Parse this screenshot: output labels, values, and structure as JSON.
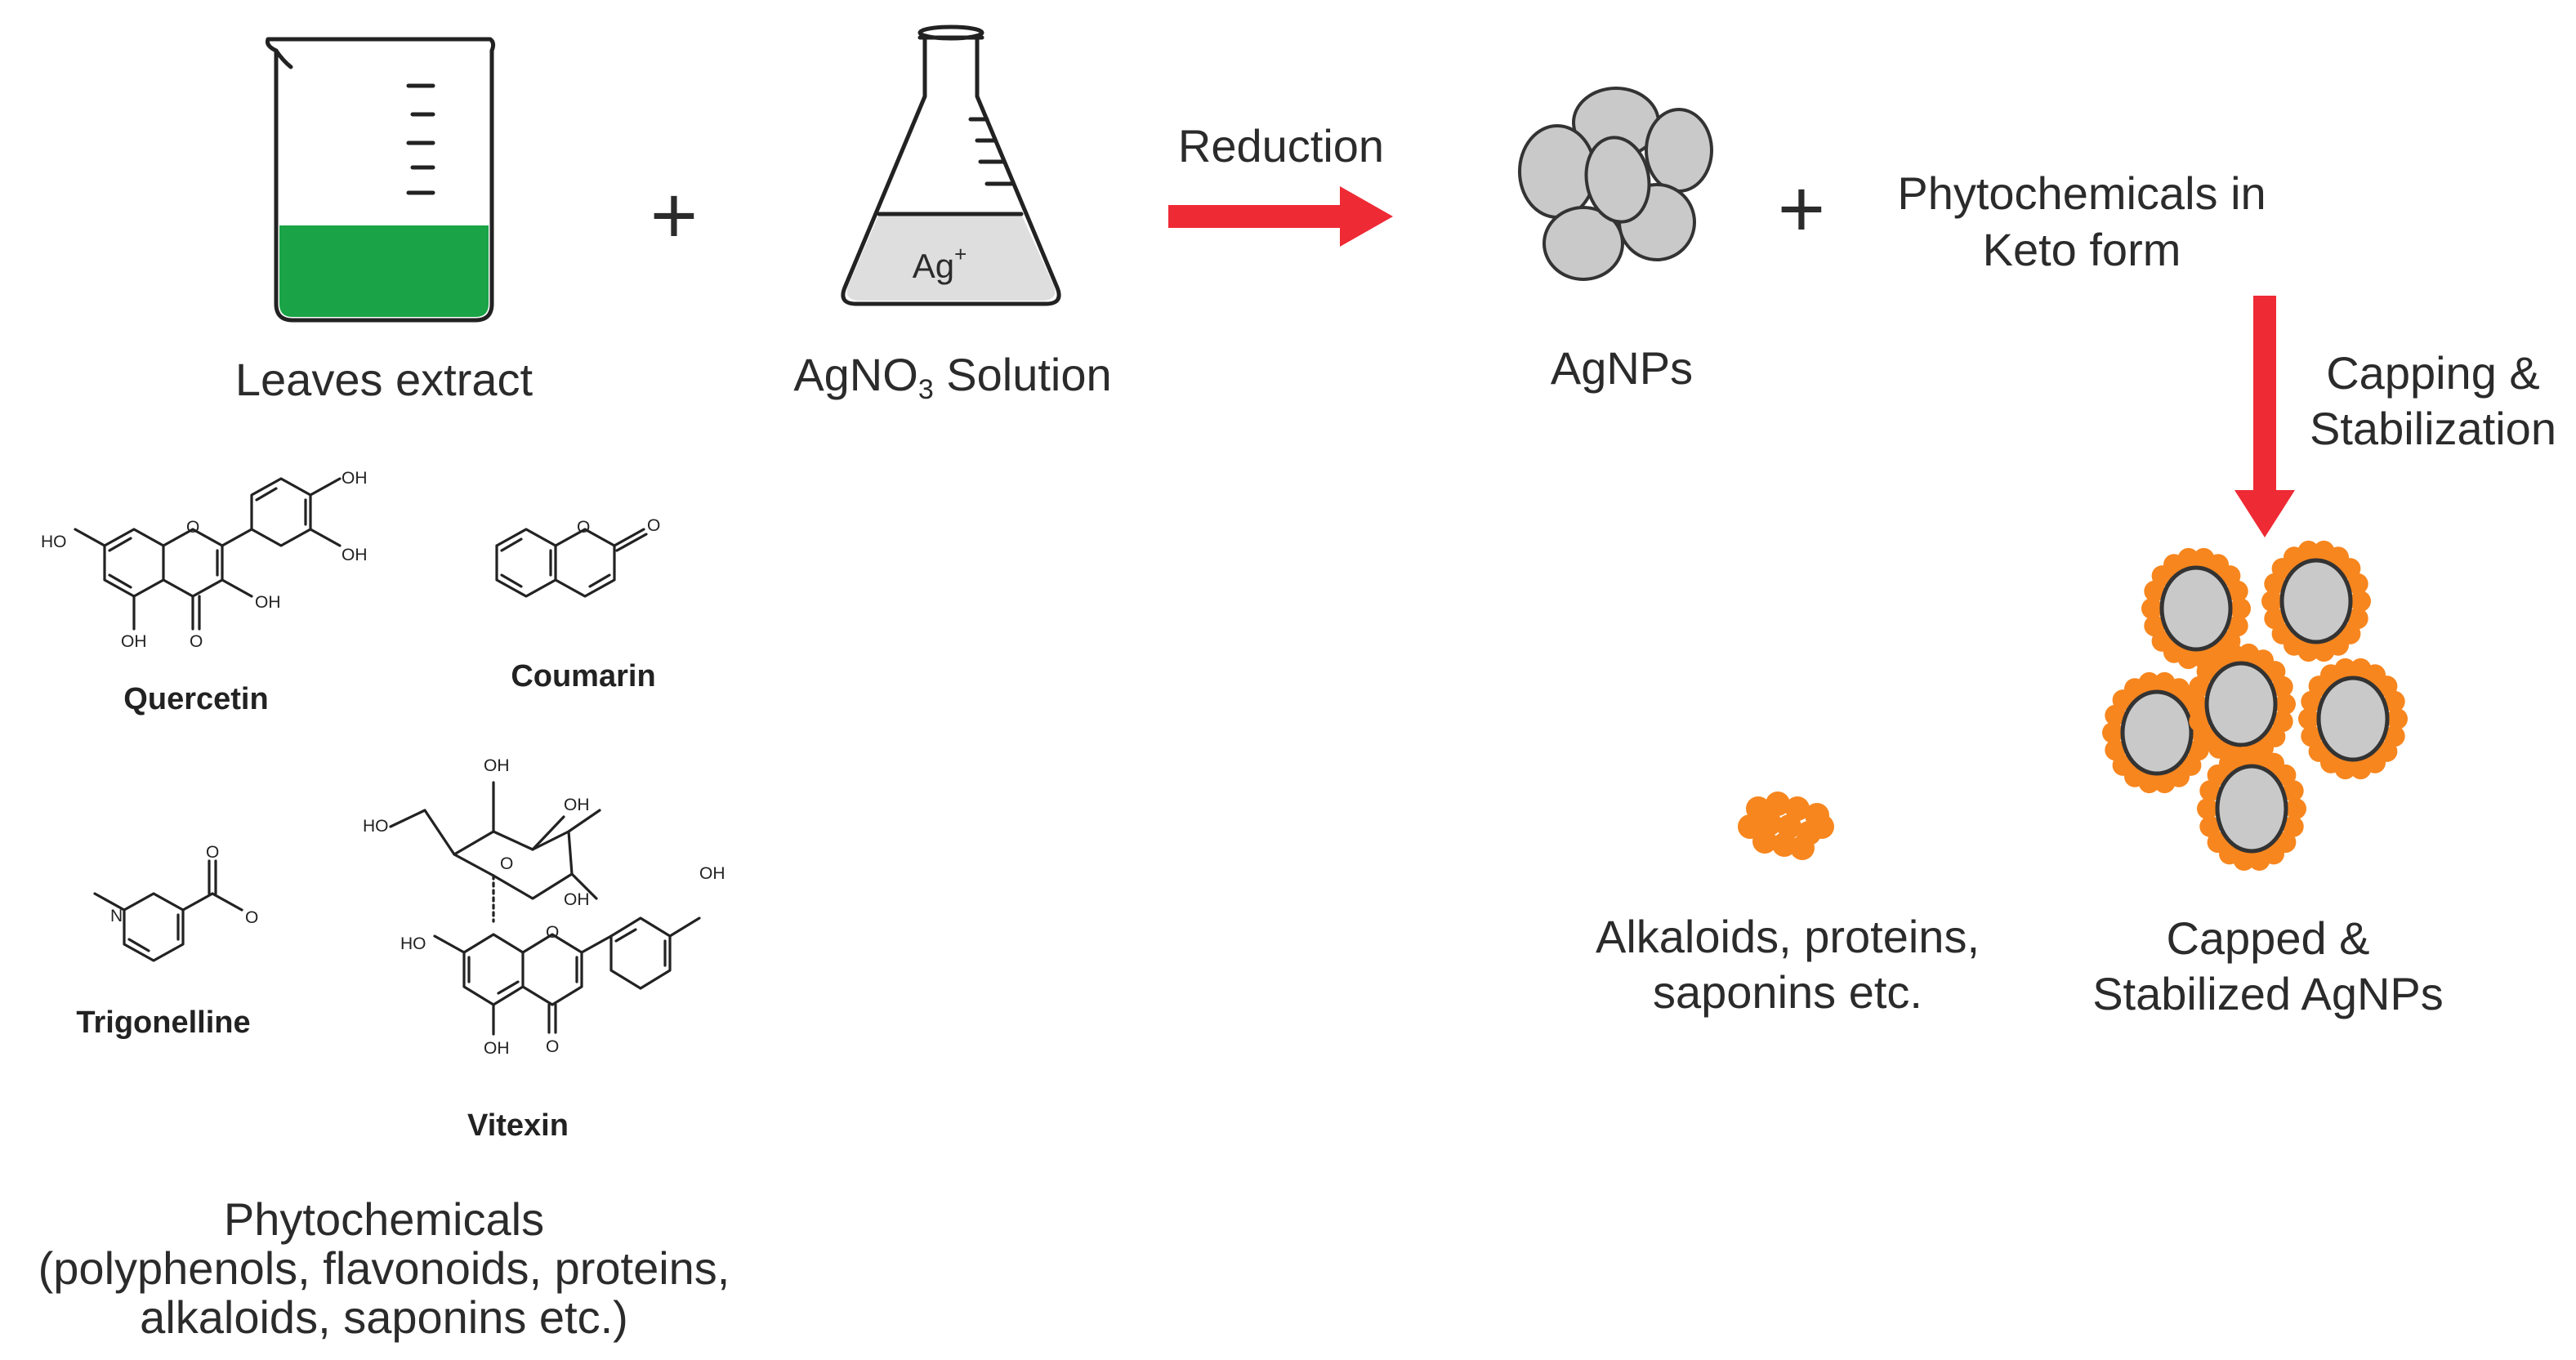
{
  "labels": {
    "leaves_extract": "Leaves extract",
    "agno3_main": "AgNO",
    "agno3_sub": "3",
    "agno3_rest": " Solution",
    "ag_ion": "Ag",
    "ag_charge": "+",
    "plus_sign": "+",
    "reduction": "Reduction",
    "agnps": "AgNPs",
    "phyto_keto_line1": "Phytochemicals in",
    "phyto_keto_line2": "Keto form",
    "capping_line1": "Capping &",
    "capping_line2": "Stabilization",
    "alkaloids_line1": "Alkaloids, proteins,",
    "alkaloids_line2": "saponins etc.",
    "capped_line1": "Capped &",
    "capped_line2": "Stabilized AgNPs",
    "phyto_title": "Phytochemicals",
    "phyto_desc_line1": "(polyphenols, flavonoids, proteins,",
    "phyto_desc_line2": "alkaloids, saponins etc.)"
  },
  "compounds": {
    "quercetin": "Quercetin",
    "coumarin": "Coumarin",
    "trigonelline": "Trigonelline",
    "vitexin": "Vitexin"
  },
  "atoms": {
    "oh": "OH",
    "ho": "HO",
    "o": "O",
    "n": "N",
    "o_minus": "O"
  },
  "colors": {
    "extract_green": "#1aa447",
    "arrow_red": "#ee2a35",
    "capping_orange": "#f7861e",
    "particle_gray": "#c9c9c9",
    "solution_gray": "#dedede"
  }
}
